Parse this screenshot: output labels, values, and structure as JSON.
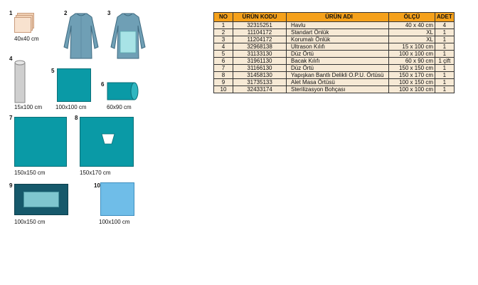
{
  "products": [
    {
      "no": "1",
      "label": "40x40 cm"
    },
    {
      "no": "2",
      "label": ""
    },
    {
      "no": "3",
      "label": ""
    },
    {
      "no": "4",
      "label": "15x100 cm"
    },
    {
      "no": "5",
      "label": "100x100 cm"
    },
    {
      "no": "6",
      "label": "60x90 cm"
    },
    {
      "no": "7",
      "label": "150x150 cm"
    },
    {
      "no": "8",
      "label": "150x170 cm"
    },
    {
      "no": "9",
      "label": "100x150 cm"
    },
    {
      "no": "10",
      "label": "100x100 cm"
    }
  ],
  "table": {
    "headers": [
      "NO",
      "ÜRÜN KODU",
      "ÜRÜN ADI",
      "ÖLÇÜ",
      "ADET"
    ],
    "rows": [
      [
        "1",
        "32315251",
        "Havlu",
        "40 x 40 cm",
        "4"
      ],
      [
        "2",
        "11104172",
        "Standart Önlük",
        "XL",
        "1"
      ],
      [
        "3",
        "11204172",
        "Korumalı Önlük",
        "XL",
        "1"
      ],
      [
        "4",
        "32968138",
        "Ultrason Kılıfı",
        "15 x 100 cm",
        "1"
      ],
      [
        "5",
        "31133130",
        "Düz Örtü",
        "100 x 100 cm",
        "1"
      ],
      [
        "6",
        "31961130",
        "Bacak Kılıfı",
        "60 x 90 cm",
        "1 çift"
      ],
      [
        "7",
        "31166130",
        "Düz Örtü",
        "150 x 150 cm",
        "1"
      ],
      [
        "8",
        "31458130",
        "Yapışkan Bantlı Delikli O.P.U. Örtüsü",
        "150 x 170 cm",
        "1"
      ],
      [
        "9",
        "31735133",
        "Alet Masa Örtüsü",
        "100 x 150 cm",
        "1"
      ],
      [
        "10",
        "32433174",
        "Sterilizasyon Bohçası",
        "100 x 100 cm",
        "1"
      ]
    ]
  },
  "colors": {
    "drape": "#0a9aa6",
    "gown": "#6f9fb5",
    "header": "#f5a11b",
    "row": "#f6e9d5"
  }
}
